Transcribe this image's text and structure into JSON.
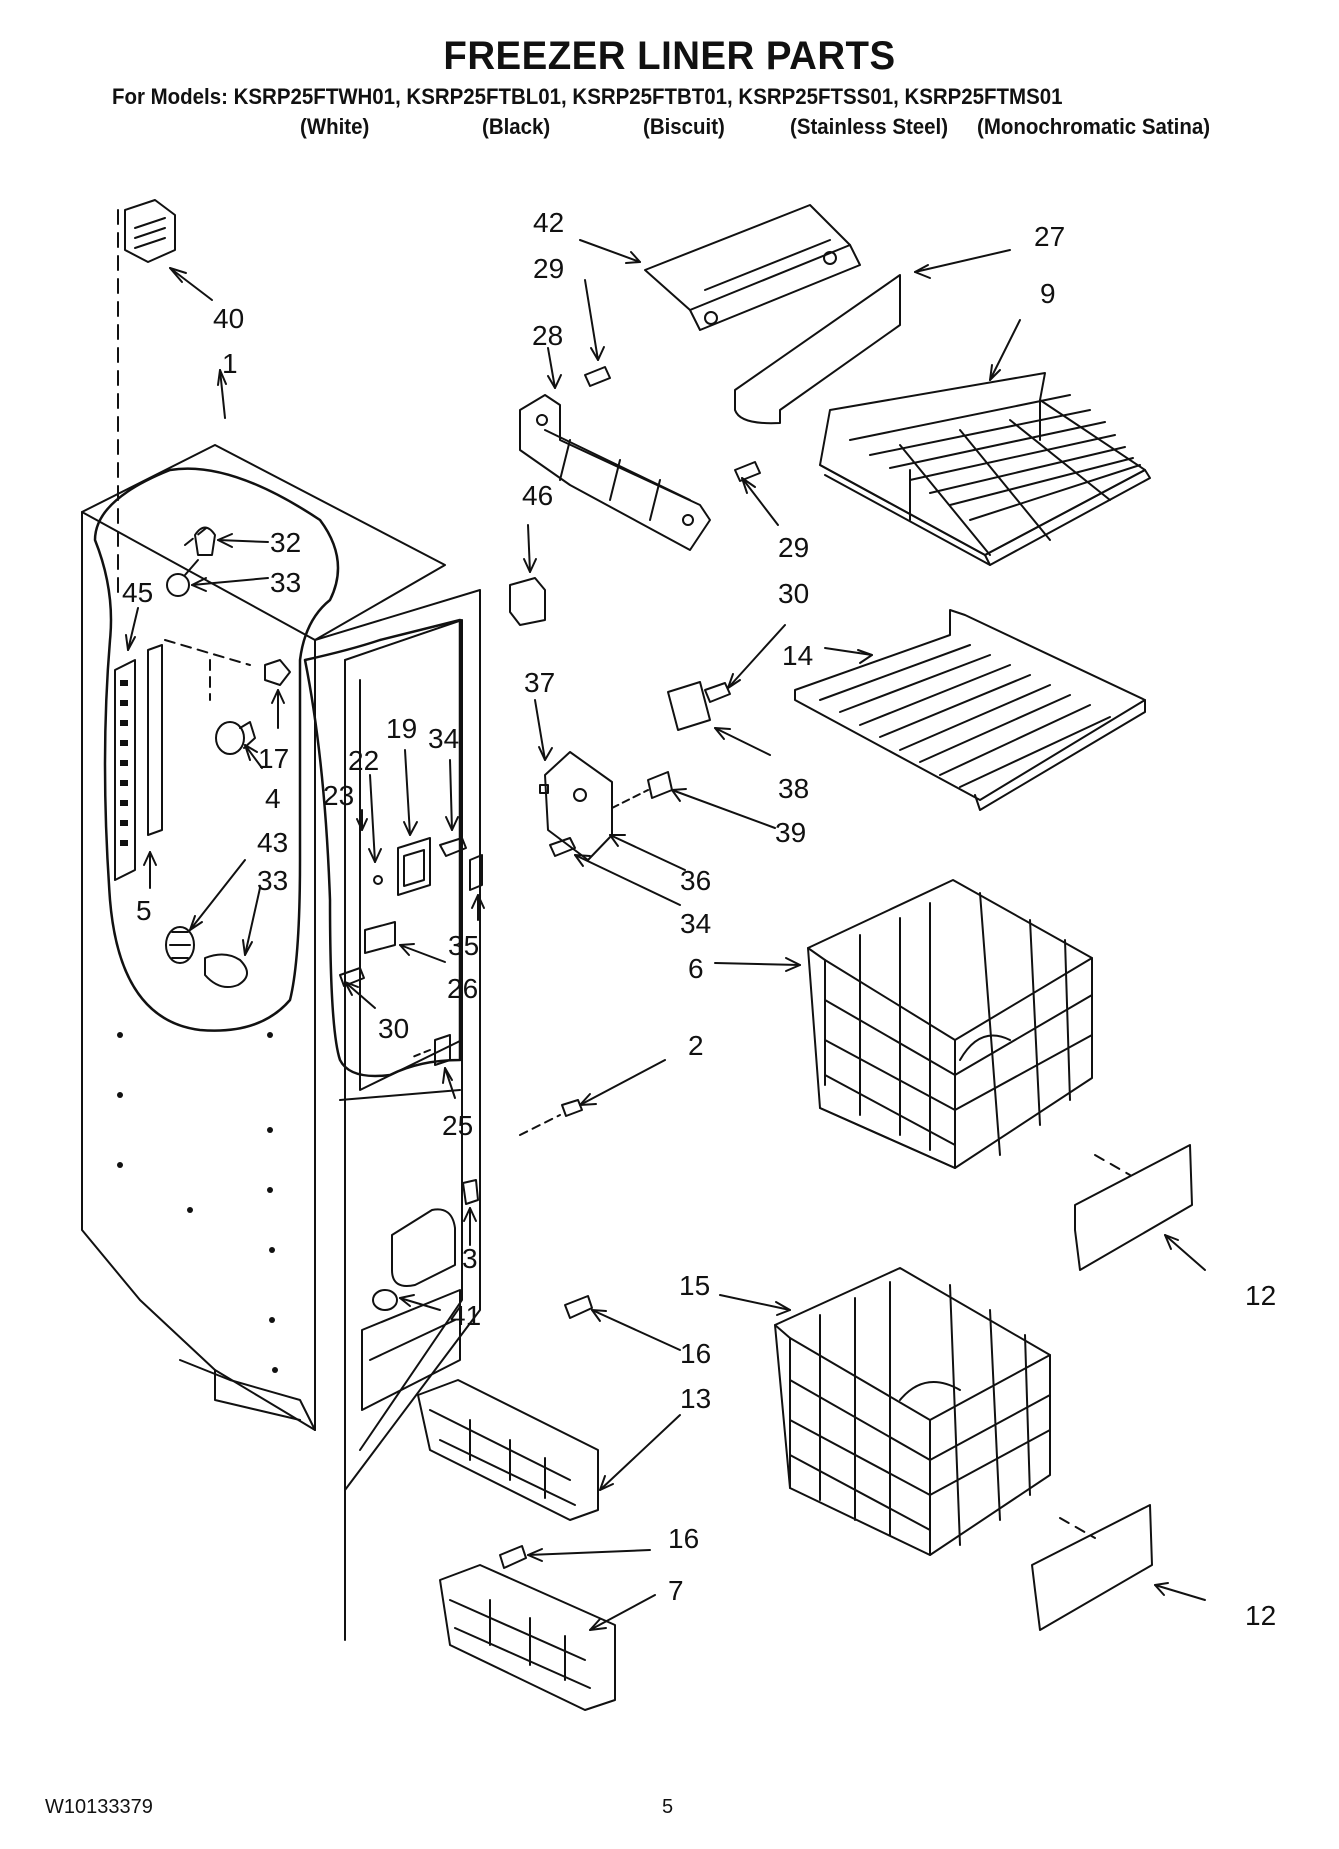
{
  "header": {
    "title": "FREEZER LINER PARTS",
    "models_line": "For Models: KSRP25FTWH01, KSRP25FTBL01, KSRP25FTBT01, KSRP25FTSS01, KSRP25FTMS01",
    "colors": [
      "(White)",
      "(Black)",
      "(Biscuit)",
      "(Stainless Steel)",
      "(Monochromatic Satina)"
    ]
  },
  "footer": {
    "doc_number": "W10133379",
    "page_number": "5"
  },
  "callouts": [
    "40",
    "1",
    "32",
    "33",
    "45",
    "17",
    "4",
    "5",
    "43",
    "33",
    "19",
    "34",
    "22",
    "23",
    "35",
    "26",
    "30",
    "25",
    "3",
    "41",
    "42",
    "29",
    "28",
    "27",
    "9",
    "29",
    "46",
    "30",
    "14",
    "37",
    "38",
    "39",
    "36",
    "34",
    "6",
    "2",
    "12",
    "15",
    "16",
    "13",
    "12",
    "16",
    "7"
  ]
}
